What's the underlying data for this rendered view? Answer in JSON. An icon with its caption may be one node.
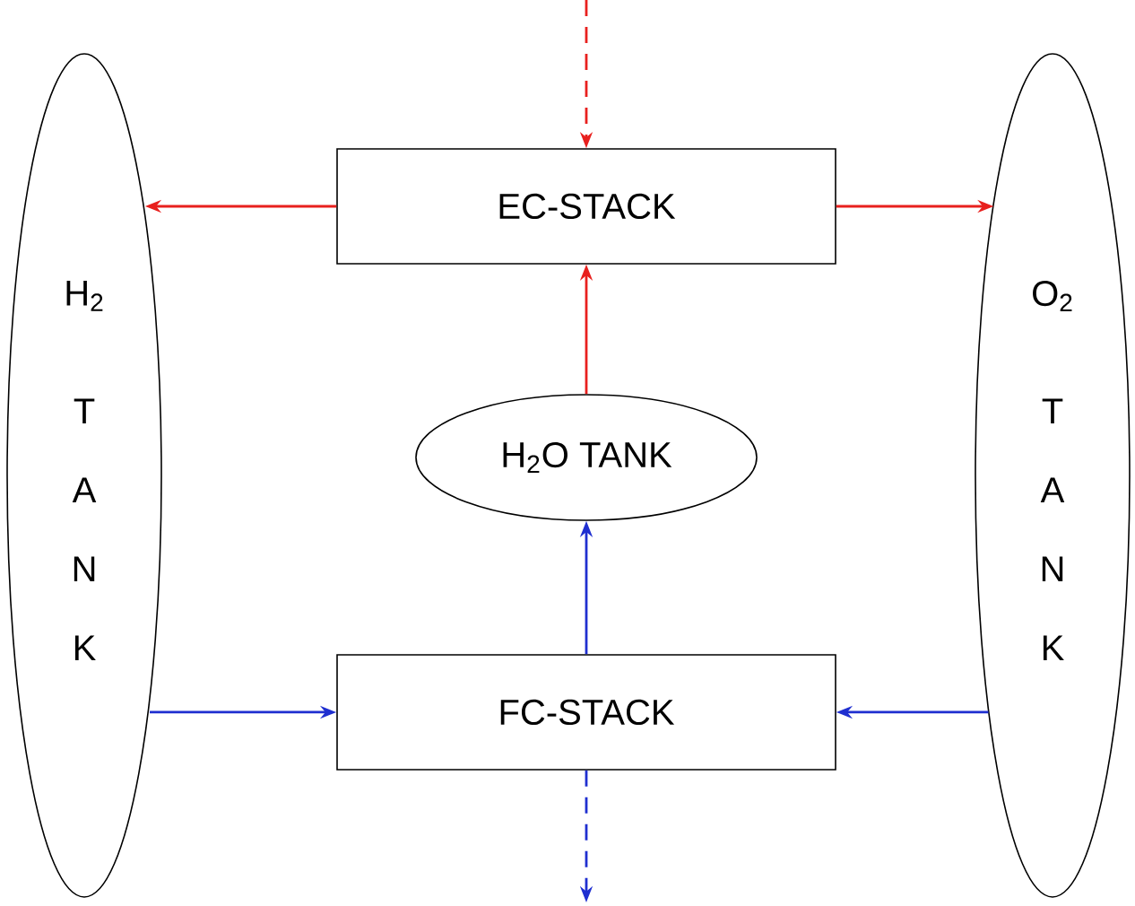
{
  "diagram": {
    "nodes": [
      {
        "text": [
          "H$_{2}$",
          "T A N K"
        ]
      },
      {
        "text": [
          "EC-STACK"
        ]
      },
      {
        "text": [
          "H$_{2}$O TANK"
        ]
      },
      {
        "text": [
          "FC-STACK"
        ]
      },
      {
        "text": [
          "O$_{2}$",
          "T A N K"
        ]
      }
    ],
    "edges": [
      {
        "from": null,
        "to": 1,
        "arrow": "to",
        "style": "dashed",
        "color": "#e8201e"
      },
      {
        "from": 1,
        "to": 0,
        "arrow": "to",
        "color": "#e8201e"
      },
      {
        "from": 1,
        "to": 4,
        "arrow": "to",
        "color": "#e8201e"
      },
      {
        "from": 2,
        "to": 1,
        "arrow": "to",
        "color": "#e8201e"
      },
      {
        "from": 3,
        "to": 2,
        "arrow": "to",
        "color": "#1f2fd0"
      },
      {
        "from": 0,
        "to": 3,
        "arrow": "to",
        "color": "#1f2fd0"
      },
      {
        "from": 4,
        "to": 3,
        "arrow": "to",
        "color": "#1f2fd0"
      },
      {
        "from": 3,
        "to": null,
        "arrow": "to",
        "style": "dashed",
        "color": "#1f2fd0"
      }
    ]
  }
}
